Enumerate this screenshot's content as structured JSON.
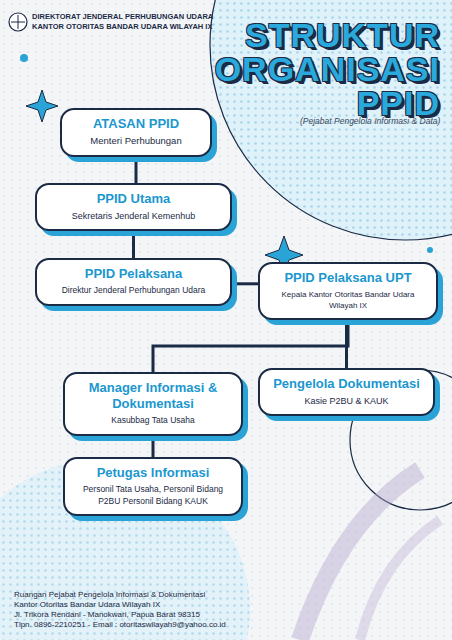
{
  "diagram": {
    "title": "STRUKTUR ORGANISASI PPID",
    "nodes": [
      {
        "text": [
          "ATASAN PPID",
          "Menteri Perhubungan"
        ]
      },
      {
        "text": [
          "PPID Utama",
          "Sekretaris Jenderal Kemenhub"
        ]
      },
      {
        "text": [
          "PPID Pelaksana",
          "Direktur Jenderal Perhubungan Udara"
        ]
      },
      {
        "text": [
          "PPID Pelaksana UPT",
          "Kepala Kantor Otoritas Bandar Udara Wilayah IX"
        ]
      },
      {
        "text": [
          "Manager Informasi & Dokumentasi",
          "Kasubbag Tata Usaha"
        ]
      },
      {
        "text": [
          "Pengelola Dokumentasi",
          "Kasie P2BU & KAUK"
        ]
      },
      {
        "text": [
          "Petugas Informasi",
          "Personil Tata Usaha, Personil Bidang P2BU Personil Bidang KAUK"
        ]
      }
    ],
    "edges": [
      {
        "from": 0,
        "to": 1,
        "arrow": "none"
      },
      {
        "from": 1,
        "to": 2,
        "arrow": "none"
      },
      {
        "from": 2,
        "to": 3,
        "arrow": "none"
      },
      {
        "from": 3,
        "to": 4,
        "arrow": "none"
      },
      {
        "from": 3,
        "to": 5,
        "arrow": "none"
      },
      {
        "from": 4,
        "to": 6,
        "arrow": "none"
      }
    ],
    "labels": [
      "DIREKTORAT JENDERAL PERHUBUNGAN UDARA",
      "KANTOR OTORITAS BANDAR UDARA WILAYAH IX",
      "(Pejabat Pengelola Informasi & Data)",
      "Ruangan Pejabat Pengelola Informasi & Dokumentasi",
      "Kantor Otoritas Bandar Udara Wilayah IX",
      "Jl. Trikora Rendani - Manokwari, Papua Barat 98315",
      "Tlpn. 0896-2210251 - Email : otoritaswilayah9@yahoo.co.id"
    ]
  }
}
